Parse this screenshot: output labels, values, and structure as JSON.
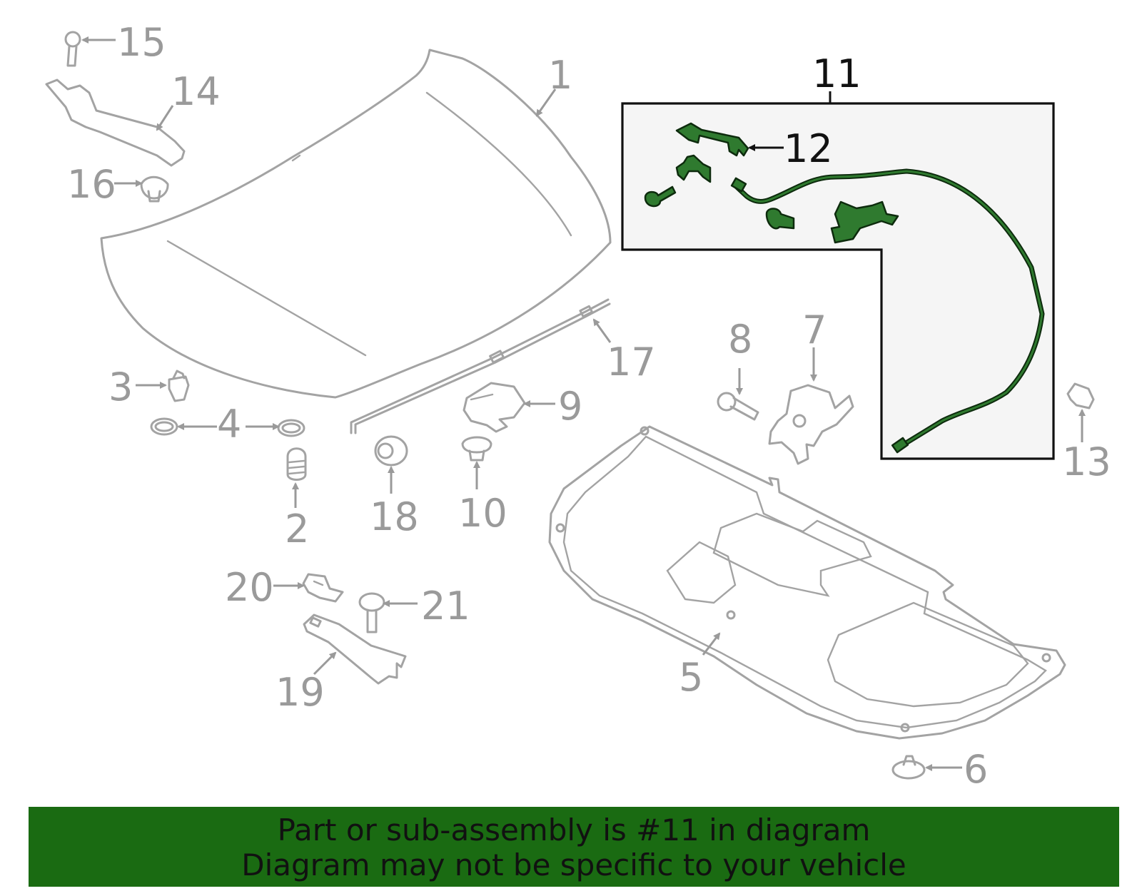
{
  "callouts": {
    "c1": "1",
    "c2": "2",
    "c3": "3",
    "c4": "4",
    "c5": "5",
    "c6": "6",
    "c7": "7",
    "c8": "8",
    "c9": "9",
    "c10": "10",
    "c11": "11",
    "c12": "12",
    "c13": "13",
    "c14": "14",
    "c15": "15",
    "c16": "16",
    "c17": "17",
    "c18": "18",
    "c19": "19",
    "c20": "20",
    "c21": "21"
  },
  "highlighted_part": "11",
  "colors": {
    "banner_bg": "#1a6b12",
    "highlight_fill": "#2f7a2f",
    "part_stroke": "#a3a3a3",
    "inset_bg": "#f5f5f5"
  },
  "banner": {
    "line1": "Part or sub-assembly is #11 in diagram",
    "line2": "Diagram may not be specific to your vehicle"
  }
}
